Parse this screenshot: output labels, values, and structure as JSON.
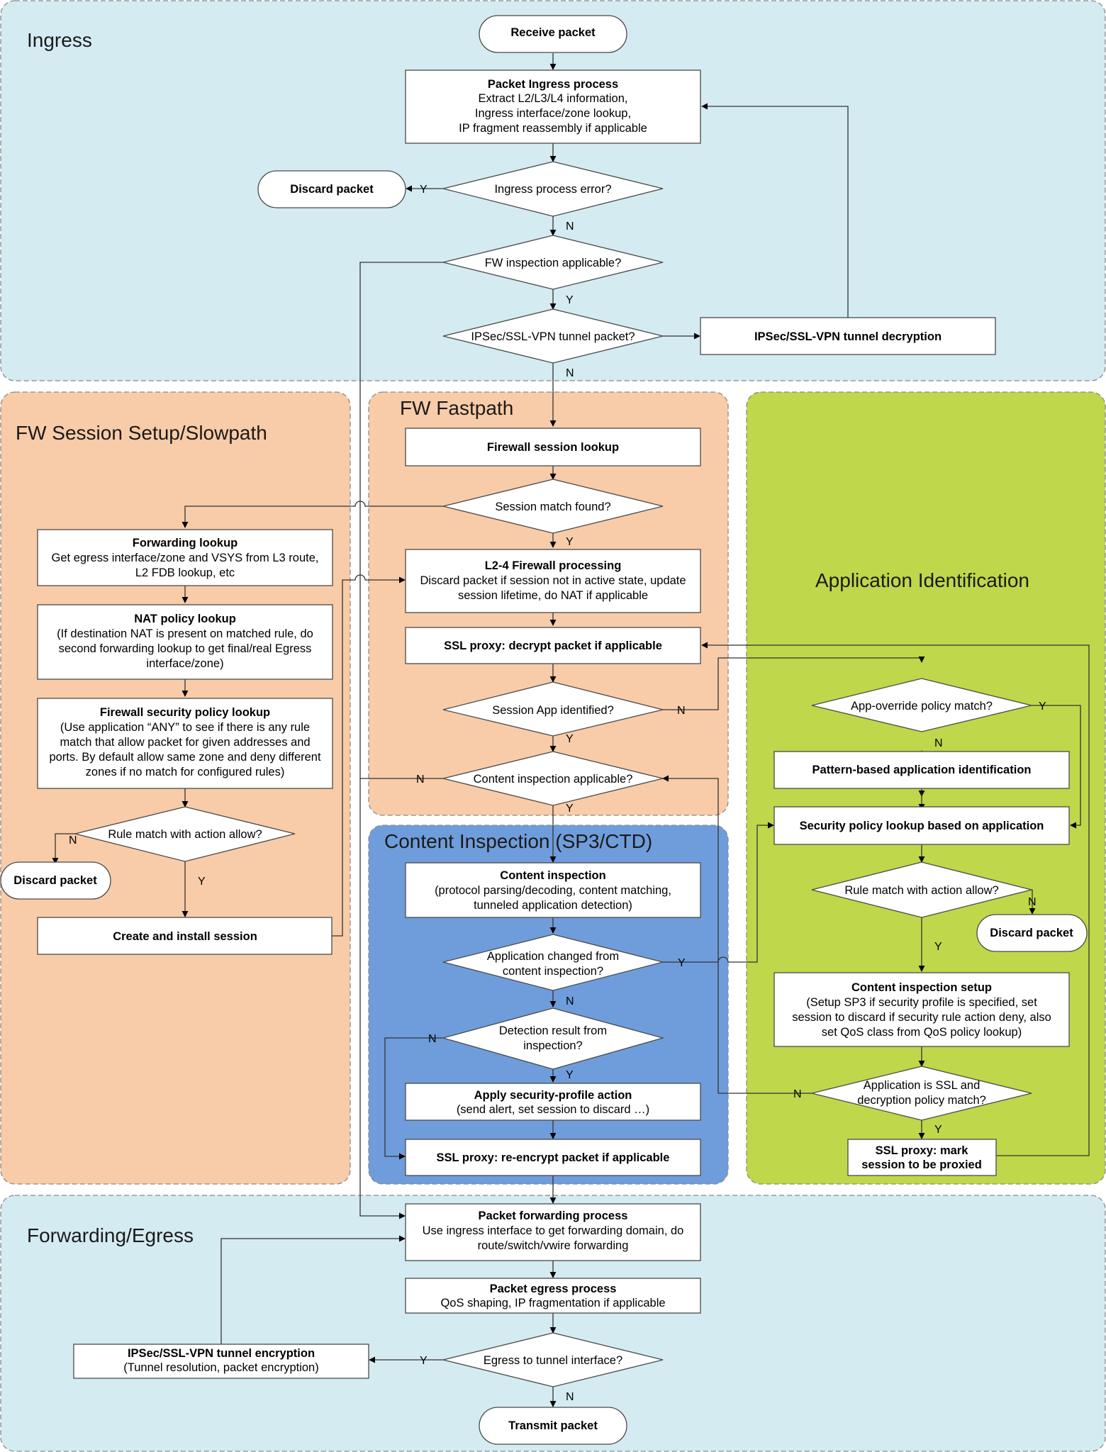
{
  "colors": {
    "ingress": "#d4ebf1",
    "slowpath": "#f8cca8",
    "fastpath": "#f8cca8",
    "content": "#6f9ddb",
    "appid": "#bfd74a",
    "egress": "#d4ebf1"
  },
  "regions": {
    "ingress": "Ingress",
    "slowpath": "FW Session Setup/Slowpath",
    "fastpath": "FW Fastpath",
    "content": "Content Inspection (SP3/CTD)",
    "appid": "Application Identification",
    "egress": "Forwarding/Egress"
  },
  "nodes": {
    "receive": {
      "title": "Receive packet"
    },
    "ingress_proc": {
      "title": "Packet Ingress process",
      "lines": [
        "Extract L2/L3/L4 information,",
        "Ingress interface/zone lookup,",
        "IP fragment reassembly if applicable"
      ]
    },
    "ingress_err": {
      "lines": [
        "Ingress process error?"
      ]
    },
    "discard_1": {
      "title": "Discard packet"
    },
    "fw_applicable": {
      "lines": [
        "FW inspection applicable?"
      ]
    },
    "tunnel_pkt": {
      "lines": [
        "IPSec/SSL-VPN tunnel packet?"
      ]
    },
    "tunnel_decrypt": {
      "title": "IPSec/SSL-VPN tunnel decryption"
    },
    "session_lookup": {
      "title": "Firewall session lookup"
    },
    "session_match": {
      "lines": [
        "Session match found?"
      ]
    },
    "l24_fw": {
      "title": "L2-4 Firewall processing",
      "lines": [
        "Discard packet if session not in active state, update",
        "session lifetime, do NAT if applicable"
      ]
    },
    "ssl_decrypt": {
      "title": "SSL proxy: decrypt packet if applicable"
    },
    "app_identified": {
      "lines": [
        "Session App identified?"
      ]
    },
    "content_applicable": {
      "lines": [
        "Content inspection applicable?"
      ]
    },
    "fwd_lookup": {
      "title": "Forwarding lookup",
      "lines": [
        "Get egress interface/zone and VSYS from L3 route,",
        "L2 FDB lookup, etc"
      ]
    },
    "nat_lookup": {
      "title": "NAT policy lookup",
      "lines": [
        "(If destination NAT is present on matched rule, do",
        "second forwarding lookup to get final/real Egress",
        "interface/zone)"
      ]
    },
    "sec_policy": {
      "title": "Firewall security policy lookup",
      "lines": [
        "(Use application “ANY” to see if there is any rule",
        "match that allow packet for given addresses and",
        "ports. By default allow same zone and deny different",
        "zones if no match for configured rules)"
      ]
    },
    "rule_allow_1": {
      "lines": [
        "Rule match with action allow?"
      ]
    },
    "discard_2": {
      "title": "Discard packet"
    },
    "create_session": {
      "title": "Create and install session"
    },
    "content_insp": {
      "title": "Content inspection",
      "lines": [
        "(protocol parsing/decoding, content matching,",
        "tunneled application detection)"
      ]
    },
    "app_changed": {
      "lines": [
        "Application changed from",
        "content inspection?"
      ]
    },
    "detection": {
      "lines": [
        "Detection result from",
        "inspection?"
      ]
    },
    "apply_action": {
      "title": "Apply security-profile action",
      "lines": [
        "(send alert, set session to discard …)"
      ]
    },
    "ssl_reencrypt": {
      "title": "SSL proxy: re-encrypt packet if applicable"
    },
    "app_override": {
      "lines": [
        "App-override policy match?"
      ]
    },
    "pattern_appid": {
      "title": "Pattern-based application identification"
    },
    "sec_policy_app": {
      "title": "Security policy lookup based on application"
    },
    "rule_allow_2": {
      "lines": [
        "Rule match with action allow?"
      ]
    },
    "discard_3": {
      "title": "Discard packet"
    },
    "ci_setup": {
      "title": "Content inspection setup",
      "lines": [
        "(Setup SP3 if security profile is specified, set",
        "session to discard if security rule action deny, also",
        "set QoS class from QoS policy lookup)"
      ]
    },
    "app_ssl": {
      "lines": [
        "Application is SSL and",
        "decryption policy match?"
      ]
    },
    "ssl_mark": {
      "title": "SSL proxy: mark",
      "title2": "session to be proxied"
    },
    "pkt_fwd": {
      "title": "Packet forwarding process",
      "lines": [
        "Use ingress interface to get forwarding domain, do",
        "route/switch/vwire forwarding"
      ]
    },
    "pkt_egress": {
      "title": "Packet egress process",
      "lines": [
        "QoS shaping, IP fragmentation if applicable"
      ]
    },
    "egress_tunnel": {
      "lines": [
        "Egress to tunnel interface?"
      ]
    },
    "tunnel_encrypt": {
      "title": "IPSec/SSL-VPN tunnel encryption",
      "lines": [
        "(Tunnel resolution, packet encryption)"
      ]
    },
    "transmit": {
      "title": "Transmit packet"
    }
  },
  "edge_labels": {
    "ingress_err_y": "Y",
    "ingress_err_n": "N",
    "fw_applicable_y": "Y",
    "tunnel_pkt_n": "N",
    "session_match_y": "Y",
    "app_identified_n": "N",
    "app_identified_y": "Y",
    "content_applicable_n": "N",
    "content_applicable_y": "Y",
    "rule_allow_1_n": "N",
    "rule_allow_1_y": "Y",
    "app_changed_y": "Y",
    "app_changed_n": "N",
    "detection_n": "N",
    "detection_y": "Y",
    "app_override_y": "Y",
    "app_override_n": "N",
    "rule_allow_2_n": "N",
    "rule_allow_2_y": "Y",
    "app_ssl_n": "N",
    "app_ssl_y": "Y",
    "egress_tunnel_y": "Y",
    "egress_tunnel_n": "N"
  }
}
